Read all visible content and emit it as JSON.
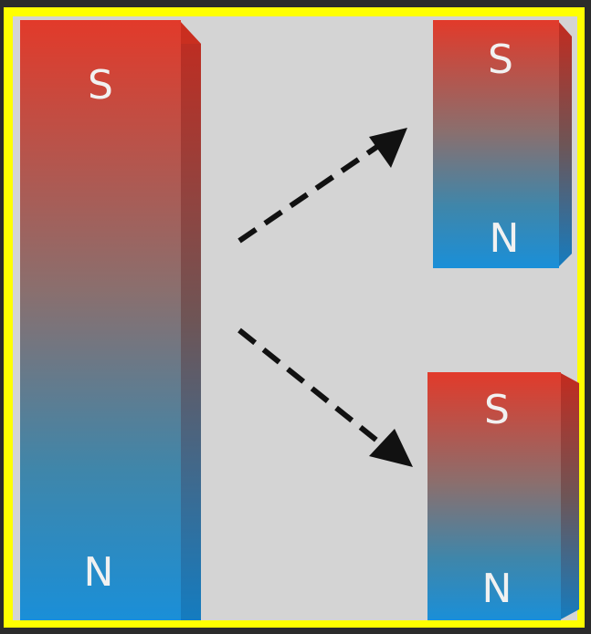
{
  "colors": {
    "outer_border": "#ffff00",
    "background": "#d4d4d4",
    "pole_s": "#e23a2a",
    "pole_n": "#1a8fd8",
    "arrow": "#111111",
    "label": "#f1f1f1"
  },
  "magnets": {
    "large": {
      "top_label": "S",
      "bottom_label": "N"
    },
    "small_top": {
      "top_label": "S",
      "bottom_label": "N"
    },
    "small_bottom": {
      "top_label": "S",
      "bottom_label": "N"
    }
  },
  "arrows": [
    {
      "name": "split-arrow-upper",
      "style": "dashed"
    },
    {
      "name": "split-arrow-lower",
      "style": "dashed"
    }
  ]
}
